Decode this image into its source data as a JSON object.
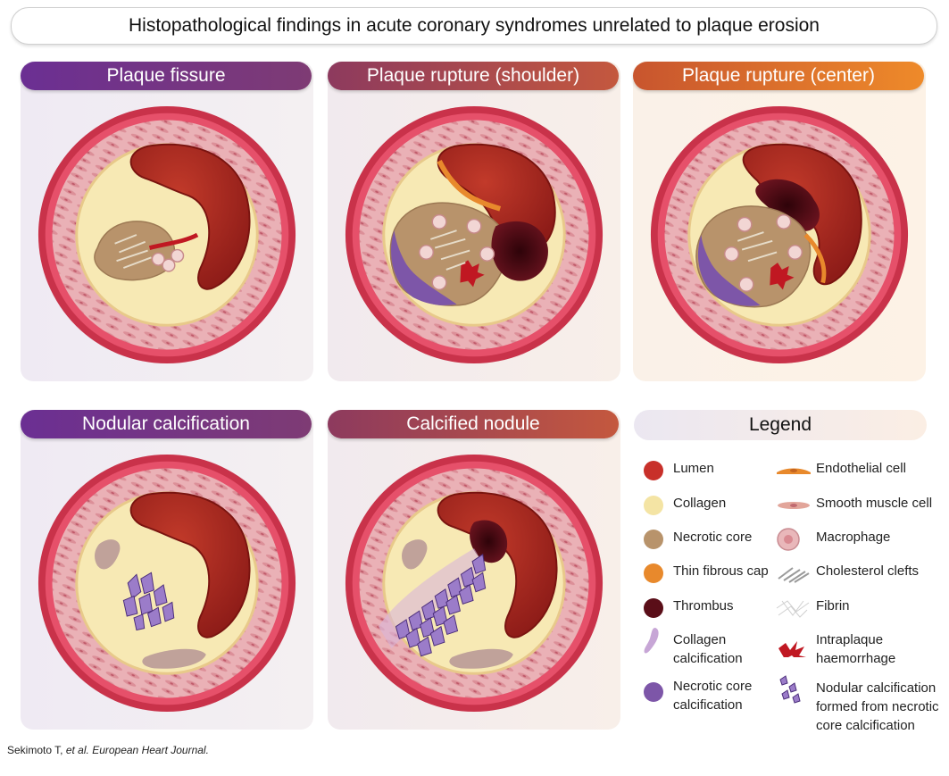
{
  "title": "Histopathological findings in acute coronary syndromes unrelated to plaque erosion",
  "panels": {
    "fissure": "Plaque fissure",
    "rupture_shoulder": "Plaque rupture (shoulder)",
    "rupture_center": "Plaque rupture (center)",
    "nodular_calcification": "Nodular calcification",
    "calcified_nodule": "Calcified nodule"
  },
  "legend": {
    "title": "Legend",
    "items": [
      {
        "label": "Lumen",
        "icon": "red-dot-icon",
        "color": "#c8302a"
      },
      {
        "label": "Collagen",
        "icon": "yellow-dot-icon",
        "color": "#f4e4a4"
      },
      {
        "label": "Necrotic core",
        "icon": "tan-dot-icon",
        "color": "#b8936b"
      },
      {
        "label": "Thin fibrous cap",
        "icon": "orange-dot-icon",
        "color": "#e8892c"
      },
      {
        "label": "Thrombus",
        "icon": "dark-red-dot-icon",
        "color": "#5a0e18"
      },
      {
        "label_line1": "Collagen",
        "label_line2": "calcification",
        "icon": "collagen-calcification-icon",
        "color": "#c7a6d6"
      },
      {
        "label_line1": "Necrotic core",
        "label_line2": "calcification",
        "icon": "purple-dot-icon",
        "color": "#7d56a8"
      },
      {
        "label": "Endothelial cell",
        "icon": "endothelial-cell-icon",
        "color": "#e8892c"
      },
      {
        "label": "Smooth muscle cell",
        "icon": "smooth-muscle-cell-icon",
        "color": "#e2a59a"
      },
      {
        "label": "Macrophage",
        "icon": "macrophage-icon",
        "color": "#e9b7ba"
      },
      {
        "label": "Cholesterol clefts",
        "icon": "cholesterol-clefts-icon",
        "color": "#9a9a9a"
      },
      {
        "label": "Fibrin",
        "icon": "fibrin-icon",
        "color": "#cfcfcf"
      },
      {
        "label_line1": "Intraplaque",
        "label_line2": "haemorrhage",
        "icon": "haemorrhage-icon",
        "color": "#c01822"
      },
      {
        "label_line1": "Nodular calcification",
        "label_line2": "formed from necrotic",
        "label_line3": "core calcification",
        "icon": "nodular-calcification-icon",
        "color": "#7d6bb8"
      }
    ]
  },
  "citation": {
    "authors": "Sekimoto T,",
    "etal": "et al.",
    "journal": "European Heart Journal."
  },
  "colors": {
    "adventitia": "#d13a4e",
    "media": "#eab1b6",
    "intima": "#f4e4a4",
    "lumen": "#b22a22",
    "thrombus": "#4a0a15",
    "necrotic": "#b8936b",
    "calcification": "#7d56a8"
  }
}
